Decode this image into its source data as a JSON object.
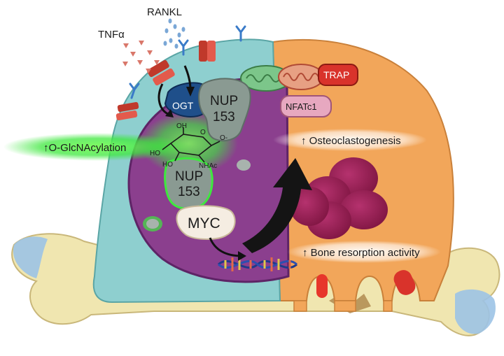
{
  "labels": {
    "tnfa": "TNFα",
    "rankl": "RANKL",
    "ogt": "OGT",
    "nup_top_line1": "NUP",
    "nup_top_line2": "153",
    "nup_mid_line1": "NUP",
    "nup_mid_line2": "153",
    "myc": "MYC",
    "trap": "TRAP",
    "nfatc1": "NFATc1",
    "o_glcnacylation": "↑O-GlcNAcylation",
    "osteoclastogenesis": "↑ Osteoclastogenesis",
    "bone_resorption": "↑ Bone resorption activity",
    "sugar_oh": "OH",
    "sugar_o_ring": "O",
    "sugar_o_link": "O-",
    "sugar_ho_1": "HO",
    "sugar_ho_2": "HO",
    "sugar_nhac": "NHAc"
  },
  "colors": {
    "cell_teal": "#8ecfcf",
    "cell_orange": "#f2a65a",
    "nucleus_purple": "#8b3f8e",
    "nucleus_border": "#5e2466",
    "bone": "#f0e6b0",
    "bone_cap": "#9cc3e6",
    "ogt_blue": "#1f4f8a",
    "nup_gray": "#8a9a92",
    "glow_green": "#3ee83e",
    "trap_red": "#d9332b",
    "nfatc1_pink": "#e7a8c0",
    "nuclei_magenta": "#9b1e50",
    "receptor_red": "#c0392b"
  }
}
